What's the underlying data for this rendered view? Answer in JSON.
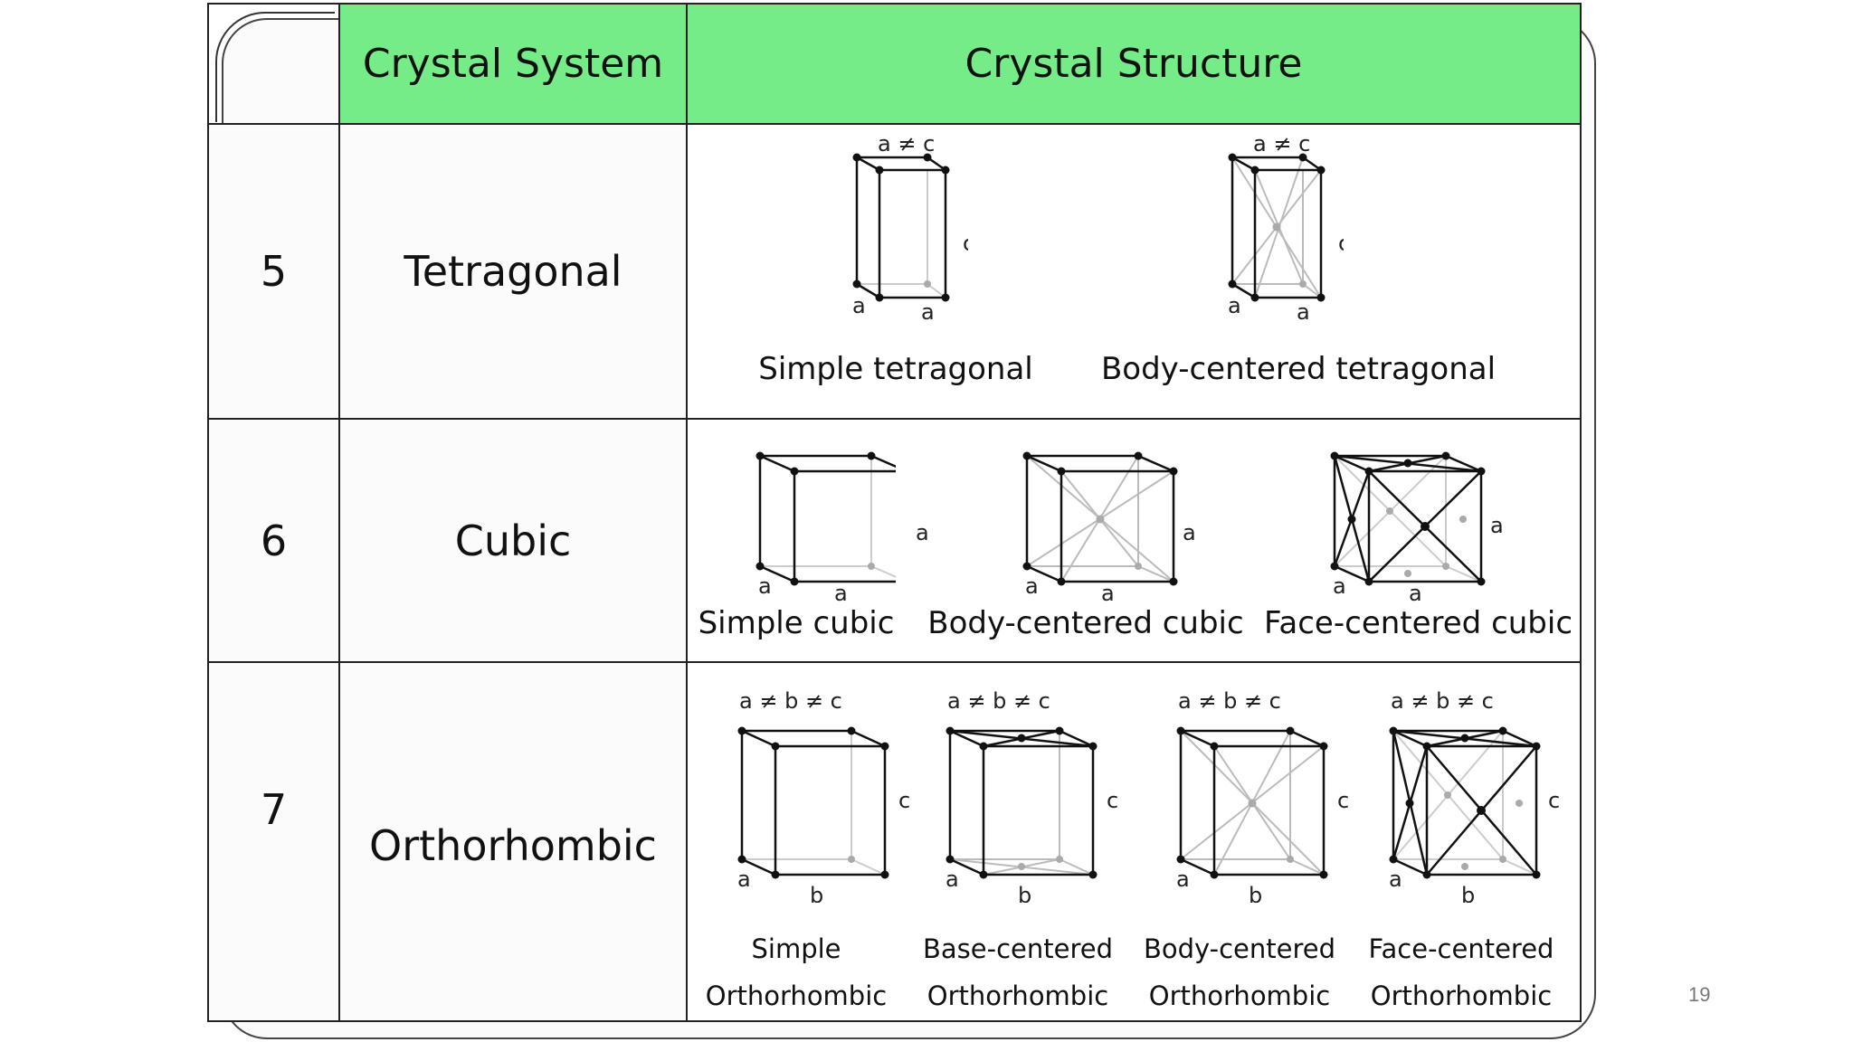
{
  "header": {
    "col_system": "Crystal System",
    "col_structure": "Crystal Structure"
  },
  "rows": [
    {
      "number": "5",
      "system": "Tetragonal",
      "lattices": [
        {
          "name": "Simple tetragonal",
          "relation": "a ≠ c",
          "labels": [
            "a",
            "a",
            "c"
          ]
        },
        {
          "name": "Body-centered tetragonal",
          "relation": "a ≠ c",
          "labels": [
            "a",
            "a",
            "c"
          ]
        }
      ]
    },
    {
      "number": "6",
      "system": "Cubic",
      "lattices": [
        {
          "name": "Simple cubic",
          "labels": [
            "a",
            "a",
            "a"
          ]
        },
        {
          "name": "Body-centered cubic",
          "labels": [
            "a",
            "a",
            "a"
          ]
        },
        {
          "name": "Face-centered cubic",
          "labels": [
            "a",
            "a",
            "a"
          ]
        }
      ]
    },
    {
      "number": "7",
      "system": "Orthorhombic",
      "lattices": [
        {
          "name_line1": "Simple",
          "name_line2": "Orthorhombic",
          "relation": "a ≠ b ≠ c",
          "labels": [
            "a",
            "b",
            "c"
          ]
        },
        {
          "name_line1": "Base-centered",
          "name_line2": "Orthorhombic",
          "relation": "a ≠ b ≠ c",
          "labels": [
            "a",
            "b",
            "c"
          ]
        },
        {
          "name_line1": "Body-centered",
          "name_line2": "Orthorhombic",
          "relation": "a ≠ b ≠ c",
          "labels": [
            "a",
            "b",
            "c"
          ]
        },
        {
          "name_line1": "Face-centered",
          "name_line2": "Orthorhombic",
          "relation": "a ≠ b ≠ c",
          "labels": [
            "a",
            "b",
            "c"
          ]
        }
      ]
    }
  ],
  "page_number": "19",
  "colors": {
    "header_bg": "#75ec88",
    "border": "#222222"
  }
}
